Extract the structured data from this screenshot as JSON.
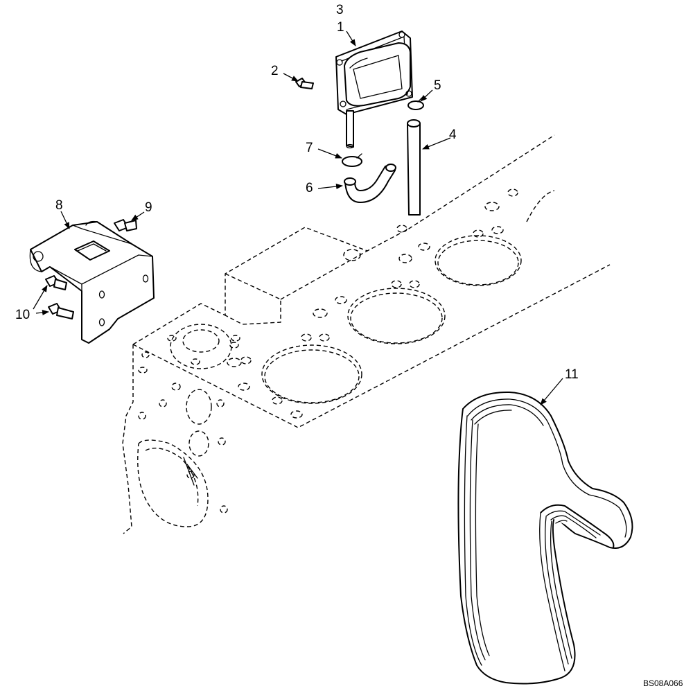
{
  "figure_code": "BS08A066",
  "callouts": {
    "c1": "1",
    "c2": "2",
    "c3": "3",
    "c4": "4",
    "c5": "5",
    "c6": "6",
    "c7": "7",
    "c8": "8",
    "c9": "9",
    "c10": "10",
    "c11": "11"
  }
}
